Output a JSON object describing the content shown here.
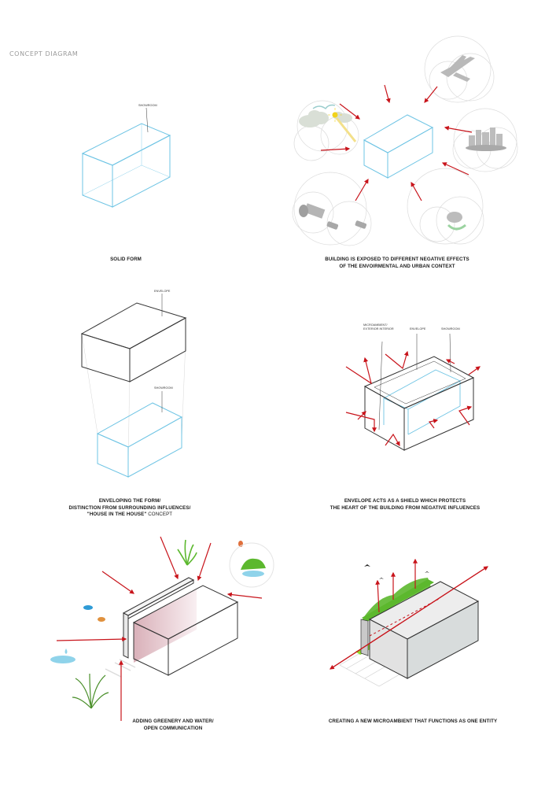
{
  "title": "CONCEPT DIAGRAM",
  "colors": {
    "envelope_line": "#333333",
    "showroom_line": "#6ec4e4",
    "arrow": "#c8141b",
    "greenery": "#5cb82e",
    "lime": "#8fdc2c",
    "water": "#8fd3ea",
    "icon_grey": "#c4c4c4",
    "circle": "#d9d9d9"
  },
  "panels": [
    {
      "id": "solid-form",
      "labels": {
        "showroom": "SHOWROOM"
      },
      "caption": {
        "line1": "SOLID FORM"
      }
    },
    {
      "id": "negative-effects",
      "icons": [
        "airplane-icon",
        "bird-icon",
        "cloud-icon",
        "sun-icon",
        "city-icon",
        "truck-icon",
        "car-icon",
        "waste-icon"
      ],
      "caption": {
        "line1": "BUILDING IS EXPOSED TO DIFFERENT NEGATIVE EFFECTS",
        "line2": "OF THE ENVOIRMENTAL AND URBAN CONTEXT"
      }
    },
    {
      "id": "enveloping",
      "labels": {
        "envelope": "ENVELOPE",
        "showroom": "SHOWROOM"
      },
      "caption": {
        "line1": "ENVELOPING THE FORM/",
        "line2": "DISTINCTION FROM SURROUNDING INFLUENCES/",
        "line3_bold": "\"HOUSE IN THE HOUSE\"",
        "line3_rest": " CONCEPT"
      }
    },
    {
      "id": "shield",
      "labels": {
        "micro1": "MICROAMBIENT/",
        "micro2": "EXTERIOR INTERIOR",
        "envelope": "ENVELOPE",
        "showroom": "SHOWROOM"
      },
      "caption": {
        "line1": "ENVELOPE ACTS AS A SHIELD WHICH PROTECTS",
        "line2": "THE HEART OF THE BUILDING FROM NEGATIVE INFLUENCES"
      }
    },
    {
      "id": "greenery",
      "icons": [
        "plant-icon",
        "bird-icon",
        "waterfall-icon",
        "water-drop-icon",
        "fern-icon"
      ],
      "caption": {
        "line1": "ADDING GREENERY AND WATER/",
        "line2": "OPEN COMMUNICATION"
      }
    },
    {
      "id": "microambient",
      "icons": [
        "bird-icon",
        "green-wall-icon"
      ],
      "caption": {
        "line1": "CREATING A NEW MICROAMBIENT THAT FUNCTIONS AS ONE ENTITY"
      }
    }
  ]
}
